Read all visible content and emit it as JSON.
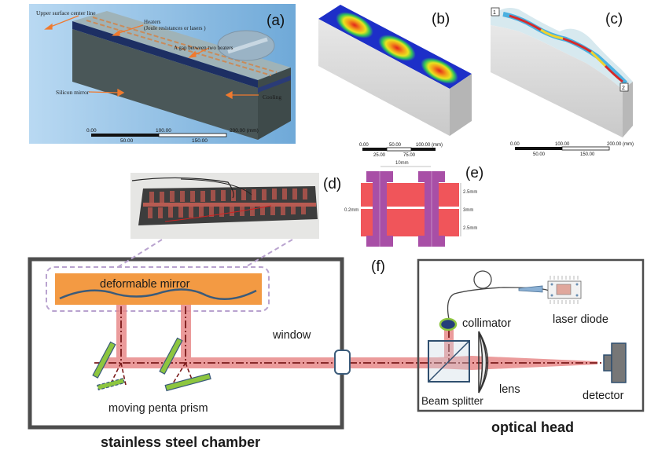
{
  "panel_letters": {
    "a": "(a)",
    "b": "(b)",
    "c": "(c)",
    "d": "(d)",
    "e": "(e)",
    "f": "(f)"
  },
  "panel_a": {
    "upper_surface": "Upper surface center line",
    "heaters": "Heaters",
    "heaters_sub": "(Joule resistances or lasers )",
    "gap": "A gap between two heaters",
    "silicon_mirror": "Silicon mirror",
    "cooling": "Cooling",
    "scale_top": [
      "0.00",
      "100.00",
      "200.00 (mm)"
    ],
    "scale_bottom": [
      "50.00",
      "150.00"
    ]
  },
  "panel_b": {
    "scale_top": [
      "0.00",
      "50.00",
      "100.00 (mm)"
    ],
    "scale_bottom": [
      "25.00",
      "75.00"
    ]
  },
  "panel_c": {
    "marker_1": "1",
    "marker_2": "2",
    "scale_top": [
      "0.00",
      "100.00",
      "200.00 (mm)"
    ],
    "scale_bottom": [
      "50.00",
      "150.00"
    ]
  },
  "panel_e": {
    "dim_top": "10mm",
    "dim_left": "0.2mm",
    "dim_r1": "2.5mm",
    "dim_r2": "3mm",
    "dim_r3": "2.5mm"
  },
  "panel_f": {
    "deformable_mirror": "deformable mirror",
    "window": "window",
    "moving_penta_prism": "moving penta prism",
    "stainless_steel_chamber": "stainless steel chamber",
    "collimator": "collimator",
    "laser_diode": "laser diode",
    "beam_splitter": "Beam splitter",
    "lens": "lens",
    "detector": "detector",
    "optical_head": "optical head"
  },
  "colors": {
    "beam": "#e88a8a",
    "mirror_fill": "#f39a43",
    "prism_green": "#8dc63f",
    "chamber_border": "#4d4d4d",
    "dashed_purple": "#b9a3cf",
    "heater_purple": "#a84fa6",
    "heater_red": "#f0555a"
  }
}
